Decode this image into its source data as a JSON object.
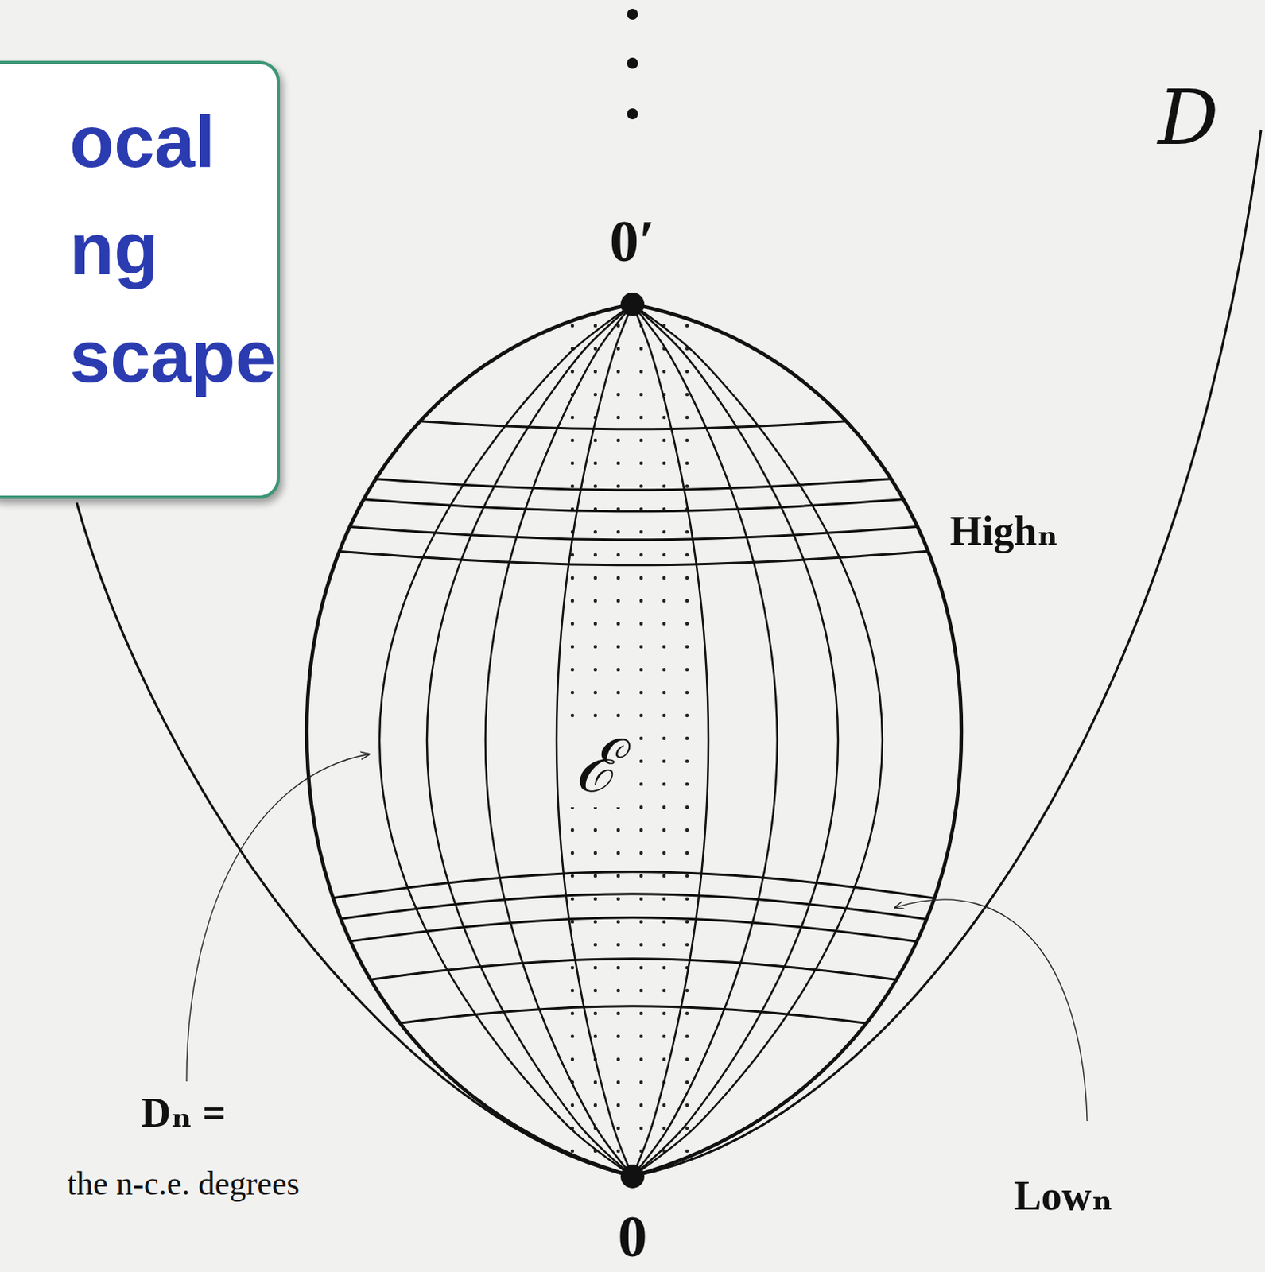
{
  "diagram": {
    "nodes": [
      {
        "text": [
          "ocal ng scape"
        ]
      }
    ],
    "labels": [
      "D",
      "0′",
      "Highₙ",
      "ℰ",
      "Dₙ =",
      "the n-c.e. degrees",
      "Lowₙ",
      "0"
    ]
  }
}
